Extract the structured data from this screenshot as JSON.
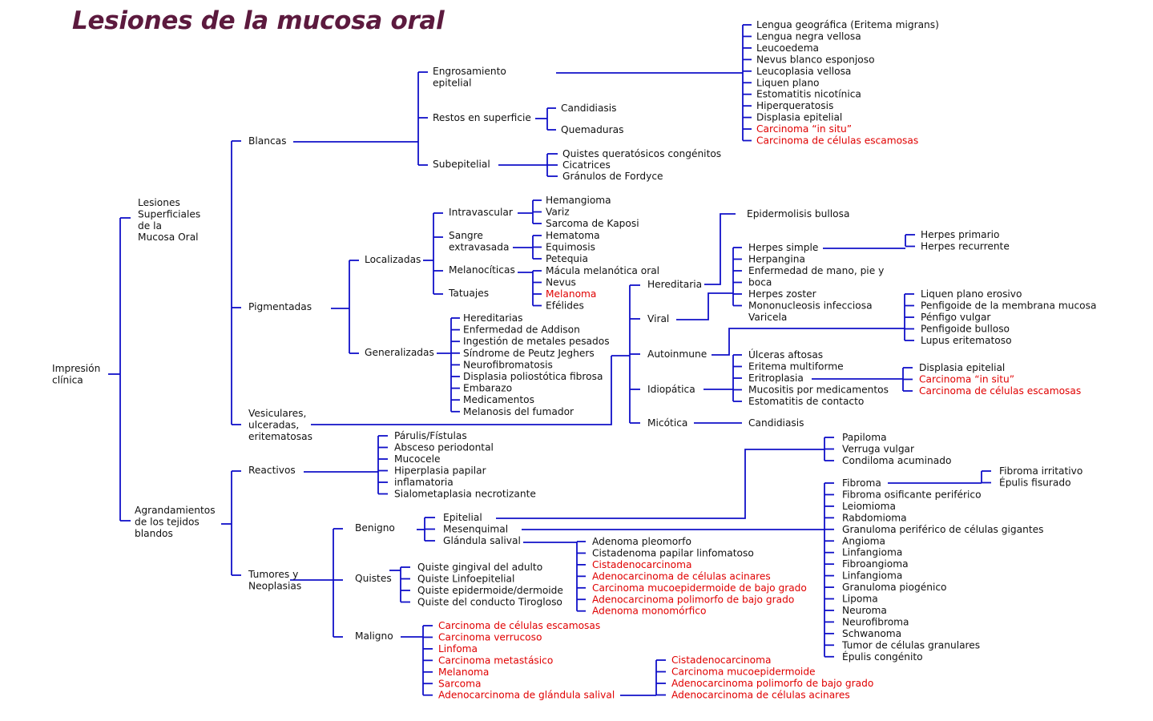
{
  "title": "Lesiones de la mucosa oral",
  "colors": {
    "title": "#5c1a3e",
    "connector": "#1010c8",
    "text": "#111111",
    "malignant": "#e00000"
  },
  "tree": {
    "root": {
      "label": [
        "Impresión",
        "clínica"
      ]
    },
    "superficiales": {
      "label": [
        "Lesiones",
        "Superficiales",
        "de la",
        "Mucosa Oral"
      ]
    },
    "agrandamientos": {
      "label": [
        "Agrandamientos",
        "de los tejidos",
        "blandos"
      ]
    },
    "blancas": {
      "label": [
        "Blancas"
      ]
    },
    "pigmentadas": {
      "label": [
        "Pigmentadas"
      ]
    },
    "vesiculares": {
      "label": [
        "Vesiculares,",
        "ulceradas,",
        "eritematosas"
      ]
    },
    "engrosamiento": {
      "label": [
        "Engrosamiento",
        "epitelial"
      ]
    },
    "restos": {
      "label": [
        "Restos en superficie"
      ]
    },
    "subepitelial": {
      "label": [
        "Subepitelial"
      ]
    },
    "engrosamiento_items": [
      {
        "label": "Lengua geográfica (Eritema migrans)",
        "malignant": false
      },
      {
        "label": "Lengua negra vellosa",
        "malignant": false
      },
      {
        "label": "Leucoedema",
        "malignant": false
      },
      {
        "label": "Nevus blanco esponjoso",
        "malignant": false
      },
      {
        "label": "Leucoplasia vellosa",
        "malignant": false
      },
      {
        "label": "Liquen plano",
        "malignant": false
      },
      {
        "label": "Estomatitis nicotínica",
        "malignant": false
      },
      {
        "label": "Hiperqueratosis",
        "malignant": false
      },
      {
        "label": "Displasia epitelial",
        "malignant": false
      },
      {
        "label": "Carcinoma “in situ”",
        "malignant": true
      },
      {
        "label": "Carcinoma de células escamosas",
        "malignant": true
      }
    ],
    "restos_items": [
      {
        "label": "Candidiasis",
        "malignant": false
      },
      {
        "label": "Quemaduras",
        "malignant": false
      }
    ],
    "subepitelial_items": [
      {
        "label": "Quistes queratósicos congénitos",
        "malignant": false
      },
      {
        "label": "Cicatrices",
        "malignant": false
      },
      {
        "label": "Gránulos de Fordyce",
        "malignant": false
      }
    ],
    "localizadas": {
      "label": [
        "Localizadas"
      ]
    },
    "generalizadas": {
      "label": [
        "Generalizadas"
      ]
    },
    "intravascular": {
      "label": [
        "Intravascular"
      ]
    },
    "sangre": {
      "label": [
        "Sangre",
        "extravasada"
      ]
    },
    "melanociticas": {
      "label": [
        "Melanocíticas"
      ]
    },
    "tatuajes": {
      "label": [
        "Tatuajes"
      ]
    },
    "intravascular_items": [
      {
        "label": "Hemangioma",
        "malignant": false
      },
      {
        "label": "Variz",
        "malignant": false
      },
      {
        "label": "Sarcoma de Kaposi",
        "malignant": false
      }
    ],
    "sangre_items": [
      {
        "label": "Hematoma",
        "malignant": false
      },
      {
        "label": "Equimosis",
        "malignant": false
      },
      {
        "label": "Petequia",
        "malignant": false
      }
    ],
    "melanociticas_items": [
      {
        "label": "Mácula melanótica oral",
        "malignant": false
      },
      {
        "label": "Nevus",
        "malignant": false
      },
      {
        "label": "Melanoma",
        "malignant": true
      },
      {
        "label": "Efélides",
        "malignant": false
      }
    ],
    "generalizadas_items": [
      {
        "label": "Hereditarias",
        "malignant": false
      },
      {
        "label": "Enfermedad de Addison",
        "malignant": false
      },
      {
        "label": "Ingestión de metales pesados",
        "malignant": false
      },
      {
        "label": "Síndrome de Peutz Jeghers",
        "malignant": false
      },
      {
        "label": "Neurofibromatosis",
        "malignant": false
      },
      {
        "label": "Displasia poliostótica fibrosa",
        "malignant": false
      },
      {
        "label": "Embarazo",
        "malignant": false
      },
      {
        "label": "Medicamentos",
        "malignant": false
      },
      {
        "label": "Melanosis del fumador",
        "malignant": false
      }
    ],
    "hereditaria": {
      "label": [
        "Hereditaria"
      ]
    },
    "viral": {
      "label": [
        "Viral"
      ]
    },
    "autoinmune": {
      "label": [
        "Autoinmune"
      ]
    },
    "idiopatica": {
      "label": [
        "Idiopática"
      ]
    },
    "micotica": {
      "label": [
        "Micótica"
      ]
    },
    "hereditaria_items": [
      {
        "label": "Epidermolisis bullosa",
        "malignant": false
      }
    ],
    "viral_items": [
      {
        "label": "Herpes simple",
        "malignant": false
      },
      {
        "label": "Herpangina",
        "malignant": false
      },
      {
        "label": "Enfermedad de mano, pie y",
        "malignant": false
      },
      {
        "label": "boca",
        "malignant": false
      },
      {
        "label": "Herpes zoster",
        "malignant": false
      },
      {
        "label": "Mononucleosis infecciosa",
        "malignant": false
      },
      {
        "label": "Varicela",
        "malignant": false
      }
    ],
    "herpes_simple_items": [
      {
        "label": "Herpes primario",
        "malignant": false
      },
      {
        "label": "Herpes recurrente",
        "malignant": false
      }
    ],
    "autoinmune_items": [
      {
        "label": "Liquen plano erosivo",
        "malignant": false
      },
      {
        "label": "Penfigoide de la membrana mucosa",
        "malignant": false
      },
      {
        "label": "Pénfigo vulgar",
        "malignant": false
      },
      {
        "label": "Penfigoide bulloso",
        "malignant": false
      },
      {
        "label": "Lupus eritematoso",
        "malignant": false
      }
    ],
    "idiopatica_items": [
      {
        "label": "Úlceras aftosas",
        "malignant": false
      },
      {
        "label": "Eritema multiforme",
        "malignant": false
      },
      {
        "label": "Eritroplasia",
        "malignant": false
      },
      {
        "label": "Mucositis por medicamentos",
        "malignant": false
      },
      {
        "label": "Estomatitis de contacto",
        "malignant": false
      }
    ],
    "eritroplasia_items": [
      {
        "label": "Displasia epitelial",
        "malignant": false
      },
      {
        "label": "Carcinoma “in situ”",
        "malignant": true
      },
      {
        "label": "Carcinoma de células escamosas",
        "malignant": true
      }
    ],
    "micotica_items": [
      {
        "label": "Candidiasis",
        "malignant": false
      }
    ],
    "reactivos": {
      "label": [
        "Reactivos"
      ]
    },
    "tumores": {
      "label": [
        "Tumores y",
        "Neoplasias"
      ]
    },
    "reactivos_items": [
      {
        "label": "Párulis/Fístulas",
        "malignant": false
      },
      {
        "label": "Absceso periodontal",
        "malignant": false
      },
      {
        "label": "Mucocele",
        "malignant": false
      },
      {
        "label": "Hiperplasia papilar",
        "malignant": false
      },
      {
        "label": "inflamatoria",
        "malignant": false
      },
      {
        "label": "Sialometaplasia necrotizante",
        "malignant": false
      }
    ],
    "benigno": {
      "label": [
        "Benigno"
      ]
    },
    "quistes": {
      "label": [
        "Quistes"
      ]
    },
    "maligno": {
      "label": [
        "Maligno"
      ]
    },
    "benigno_items": [
      {
        "label": "Epitelial",
        "malignant": false
      },
      {
        "label": "Mesenquimal",
        "malignant": false
      },
      {
        "label": "Glándula salival",
        "malignant": false
      }
    ],
    "epitelial_items": [
      {
        "label": "Papiloma",
        "malignant": false
      },
      {
        "label": "Verruga vulgar",
        "malignant": false
      },
      {
        "label": "Condiloma acuminado",
        "malignant": false
      }
    ],
    "mesenquimal_items": [
      {
        "label": "Fibroma",
        "malignant": false
      },
      {
        "label": "Fibroma osificante periférico",
        "malignant": false
      },
      {
        "label": "Leiomioma",
        "malignant": false
      },
      {
        "label": "Rabdomioma",
        "malignant": false
      },
      {
        "label": "Granuloma periférico de células gigantes",
        "malignant": false
      },
      {
        "label": "Angioma",
        "malignant": false
      },
      {
        "label": "Linfangioma",
        "malignant": false
      },
      {
        "label": "Fibroangioma",
        "malignant": false
      },
      {
        "label": "Linfangioma",
        "malignant": false
      },
      {
        "label": "Granuloma piogénico",
        "malignant": false
      },
      {
        "label": "Lipoma",
        "malignant": false
      },
      {
        "label": "Neuroma",
        "malignant": false
      },
      {
        "label": "Neurofibroma",
        "malignant": false
      },
      {
        "label": "Schwanoma",
        "malignant": false
      },
      {
        "label": "Tumor de células granulares",
        "malignant": false
      },
      {
        "label": "Épulis congénito",
        "malignant": false
      }
    ],
    "fibroma_items": [
      {
        "label": "Fibroma irritativo",
        "malignant": false
      },
      {
        "label": "Épulis fisurado",
        "malignant": false
      }
    ],
    "glandula_items": [
      {
        "label": "Adenoma pleomorfo",
        "malignant": false
      },
      {
        "label": "Cistadenoma papilar linfomatoso",
        "malignant": false
      },
      {
        "label": "Cistadenocarcinoma",
        "malignant": true
      },
      {
        "label": "Adenocarcinoma de células acinares",
        "malignant": true
      },
      {
        "label": "Carcinoma mucoepidermoide de bajo grado",
        "malignant": true
      },
      {
        "label": "Adenocarcinoma polimorfo de bajo grado",
        "malignant": true
      },
      {
        "label": "Adenoma monomórfico",
        "malignant": true
      }
    ],
    "quistes_items": [
      {
        "label": "Quiste gingival del adulto",
        "malignant": false
      },
      {
        "label": "Quiste Linfoepitelial",
        "malignant": false
      },
      {
        "label": "Quiste epidermoide/dermoide",
        "malignant": false
      },
      {
        "label": "Quiste del conducto Tirogloso",
        "malignant": false
      }
    ],
    "maligno_items": [
      {
        "label": "Carcinoma de células escamosas",
        "malignant": true
      },
      {
        "label": "Carcinoma verrucoso",
        "malignant": true
      },
      {
        "label": "Linfoma",
        "malignant": true
      },
      {
        "label": "Carcinoma metastásico",
        "malignant": true
      },
      {
        "label": "Melanoma",
        "malignant": true
      },
      {
        "label": "Sarcoma",
        "malignant": true
      },
      {
        "label": "Adenocarcinoma de glándula salival",
        "malignant": true
      }
    ],
    "adeno_glandula_items": [
      {
        "label": "Cistadenocarcinoma",
        "malignant": true
      },
      {
        "label": "Carcinoma mucoepidermoide",
        "malignant": true
      },
      {
        "label": "Adenocarcinoma polimorfo de bajo grado",
        "malignant": true
      },
      {
        "label": "Adenocarcinoma de células acinares",
        "malignant": true
      }
    ]
  }
}
